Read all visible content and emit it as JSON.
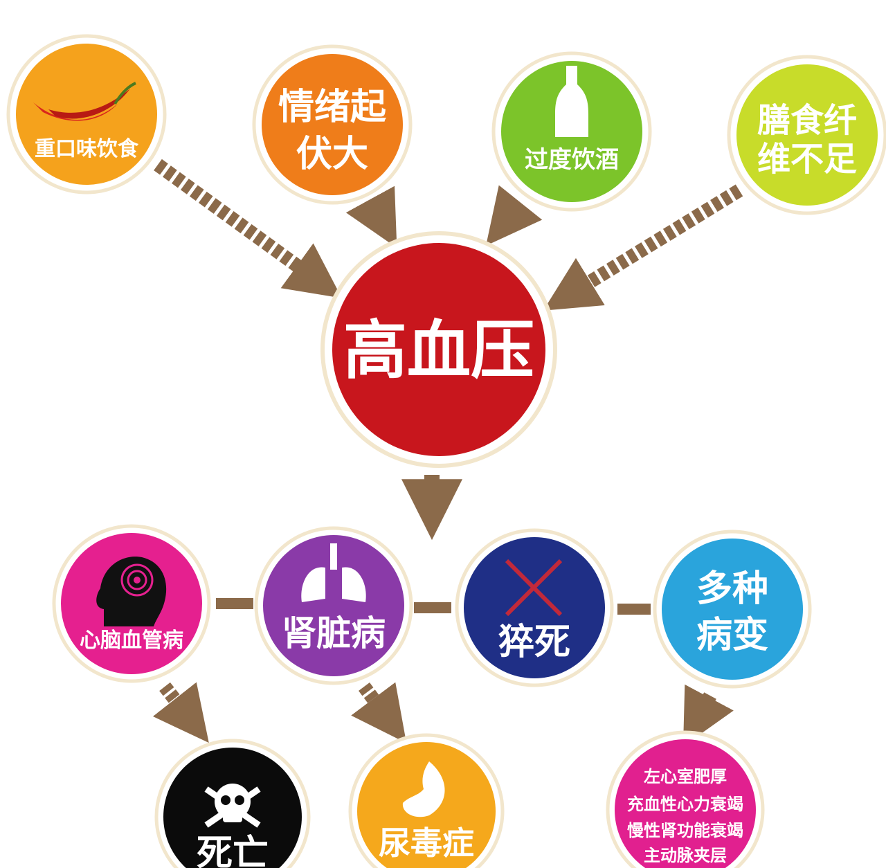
{
  "center": {
    "label": "高血压",
    "color": "#c8161d"
  },
  "causes": [
    {
      "id": "salty",
      "lines": [
        "重口味饮食"
      ],
      "color": "#f5a21c",
      "icon": "chili-pepper-icon"
    },
    {
      "id": "emotion",
      "lines": [
        "情绪起",
        "伏大"
      ],
      "color": "#ef7d1a",
      "icon": ""
    },
    {
      "id": "alcohol",
      "lines": [
        "过度饮酒"
      ],
      "color": "#7cc42a",
      "icon": "wine-bottle-icon"
    },
    {
      "id": "fiber",
      "lines": [
        "膳食纤",
        "维不足"
      ],
      "color": "#c8dc2a",
      "icon": ""
    }
  ],
  "consequences": [
    {
      "id": "cardio",
      "lines": [
        "心脑血管病"
      ],
      "color": "#e5208f",
      "icon": "head-brain-icon"
    },
    {
      "id": "kidney",
      "lines": [
        "肾脏病"
      ],
      "color": "#8a3aa8",
      "icon": "lungs-icon"
    },
    {
      "id": "sudden",
      "lines": [
        "猝死"
      ],
      "color": "#1f2f86",
      "icon": "cross-x-icon"
    },
    {
      "id": "multi",
      "lines": [
        "多种",
        "病变"
      ],
      "color": "#2aa4dc",
      "icon": ""
    }
  ],
  "outcomes": [
    {
      "id": "death",
      "lines": [
        "死亡"
      ],
      "color": "#0b0b0b",
      "icon": "skull-crossbones-icon"
    },
    {
      "id": "uremia",
      "lines": [
        "尿毒症"
      ],
      "color": "#f5a81c",
      "icon": "flame-icon"
    },
    {
      "id": "heart",
      "lines": [
        "左心室肥厚",
        "充血性心力衰竭",
        "慢性肾功能衰竭",
        "主动脉夹层"
      ],
      "color": "#e1208f",
      "icon": ""
    }
  ],
  "colors": {
    "arrow": "#8b6a4a",
    "ring": "#f2e6cc"
  }
}
